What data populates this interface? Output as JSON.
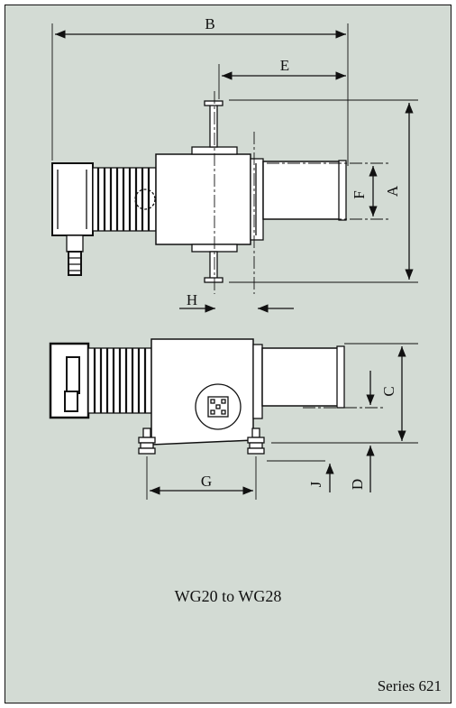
{
  "dimension_labels": {
    "a": "A",
    "b": "B",
    "c": "C",
    "d": "D",
    "e": "E",
    "f": "F",
    "g": "G",
    "h": "H",
    "j": "J"
  },
  "caption": "WG20 to WG28",
  "series": "Series 621",
  "colors": {
    "background": "#d3dbd4",
    "line": "#111111",
    "body_fill": "#ffffff"
  }
}
